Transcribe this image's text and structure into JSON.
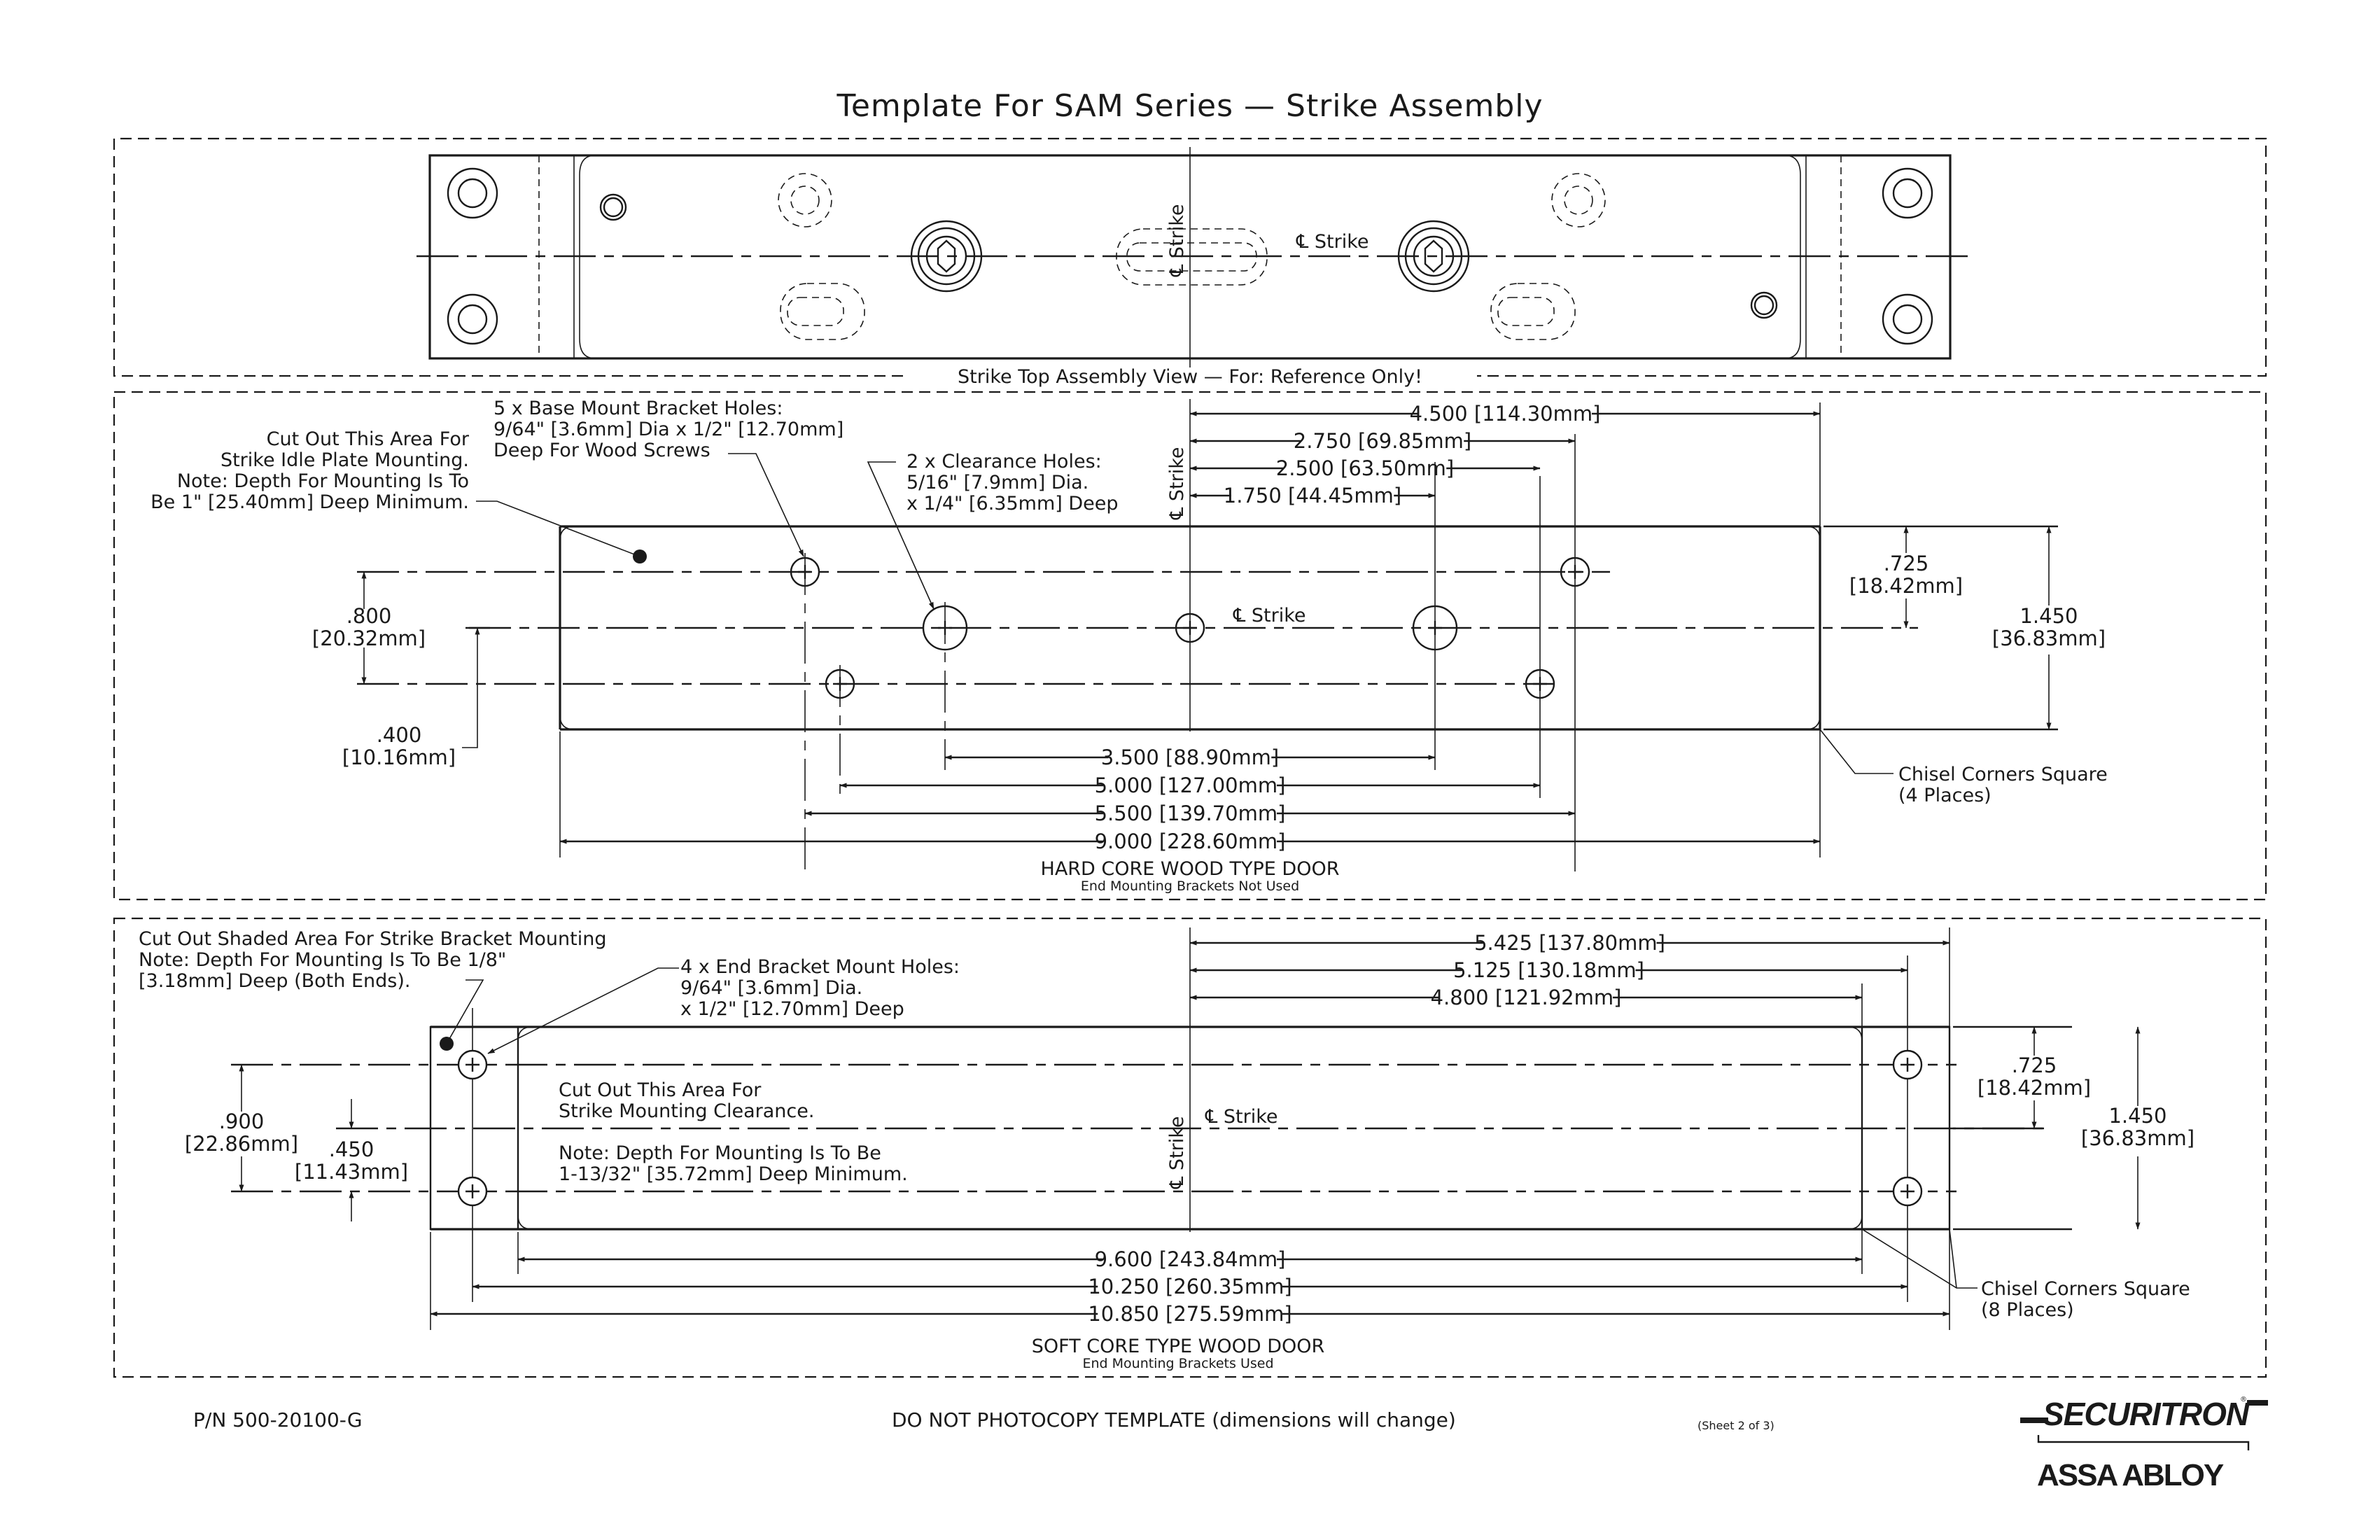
{
  "title": "Template For SAM Series — Strike Assembly",
  "top_view": {
    "caption": "Strike Top Assembly View — For: Reference Only!",
    "centerline_label": "℄ Strike",
    "vertical_centerline_label": "℄ Strike"
  },
  "hard_core": {
    "caption": "HARD CORE WOOD TYPE DOOR",
    "subcaption": "End Mounting Brackets Not Used",
    "notes": {
      "cutout": [
        "Cut Out This Area For",
        "Strike Idle Plate Mounting.",
        "Note: Depth For Mounting Is To",
        "Be 1\" [25.40mm] Deep Minimum."
      ],
      "base_holes": [
        "5 x Base Mount Bracket Holes:",
        "9/64\" [3.6mm] Dia x 1/2\" [12.70mm]",
        "Deep For Wood Screws"
      ],
      "clearance_holes": [
        "2 x Clearance Holes:",
        "5/16\" [7.9mm] Dia.",
        "x 1/4\" [6.35mm] Deep"
      ],
      "chisel": [
        "Chisel Corners Square",
        "(4 Places)"
      ]
    },
    "centerline_label": "℄ Strike",
    "vertical_centerline_label": "℄ Strike",
    "dims_top": [
      {
        "in": 4.5,
        "label": "4.500 [114.30mm]"
      },
      {
        "in": 2.75,
        "label": "2.750 [69.85mm]"
      },
      {
        "in": 2.5,
        "label": "2.500 [63.50mm]"
      },
      {
        "in": 1.75,
        "label": "1.750 [44.45mm]"
      }
    ],
    "dims_bottom": [
      {
        "in": 3.5,
        "label": "3.500 [88.90mm]"
      },
      {
        "in": 5.0,
        "label": "5.000 [127.00mm]"
      },
      {
        "in": 5.5,
        "label": "5.500 [139.70mm]"
      },
      {
        "in": 9.0,
        "label": "9.000 [228.60mm]"
      }
    ],
    "dim_800": [
      ".800",
      "[20.32mm]"
    ],
    "dim_400": [
      ".400",
      "[10.16mm]"
    ],
    "dim_725": [
      ".725",
      "[18.42mm]"
    ],
    "dim_1450": [
      "1.450",
      "[36.83mm]"
    ]
  },
  "soft_core": {
    "caption": "SOFT CORE TYPE WOOD DOOR",
    "subcaption": "End Mounting Brackets Used",
    "notes": {
      "shaded": [
        "Cut Out Shaded Area For Strike Bracket Mounting",
        "Note: Depth For Mounting Is To Be 1/8\"",
        "[3.18mm] Deep (Both Ends)."
      ],
      "end_holes": [
        "4 x End Bracket Mount Holes:",
        "9/64\" [3.6mm] Dia.",
        "x 1/2\" [12.70mm] Deep"
      ],
      "clearance": [
        "Cut Out This Area For",
        "Strike Mounting Clearance."
      ],
      "depth": [
        "Note: Depth For Mounting Is To Be",
        "1-13/32\" [35.72mm] Deep Minimum."
      ],
      "chisel": [
        "Chisel Corners Square",
        "(8 Places)"
      ]
    },
    "centerline_label": "℄ Strike",
    "vertical_centerline_label": "℄ Strike",
    "dims_top": [
      {
        "in": 5.425,
        "label": "5.425 [137.80mm]"
      },
      {
        "in": 5.125,
        "label": "5.125 [130.18mm]"
      },
      {
        "in": 4.8,
        "label": "4.800 [121.92mm]"
      }
    ],
    "dims_bottom": [
      {
        "in": 9.6,
        "label": "9.600 [243.84mm]"
      },
      {
        "in": 10.25,
        "label": "10.250 [260.35mm]"
      },
      {
        "in": 10.85,
        "label": "10.850 [275.59mm]"
      }
    ],
    "dim_900": [
      ".900",
      "[22.86mm]"
    ],
    "dim_450": [
      ".450",
      "[11.43mm]"
    ],
    "dim_725": [
      ".725",
      "[18.42mm]"
    ],
    "dim_1450": [
      "1.450",
      "[36.83mm]"
    ]
  },
  "footer": {
    "part_number": "P/N 500-20100-G",
    "warning": "DO NOT PHOTOCOPY TEMPLATE (dimensions will change)",
    "sheet": "(Sheet 2 of 3)",
    "brand": "SECURITRON",
    "brand_mark": "®",
    "parent_brand": "ASSA ABLOY"
  }
}
